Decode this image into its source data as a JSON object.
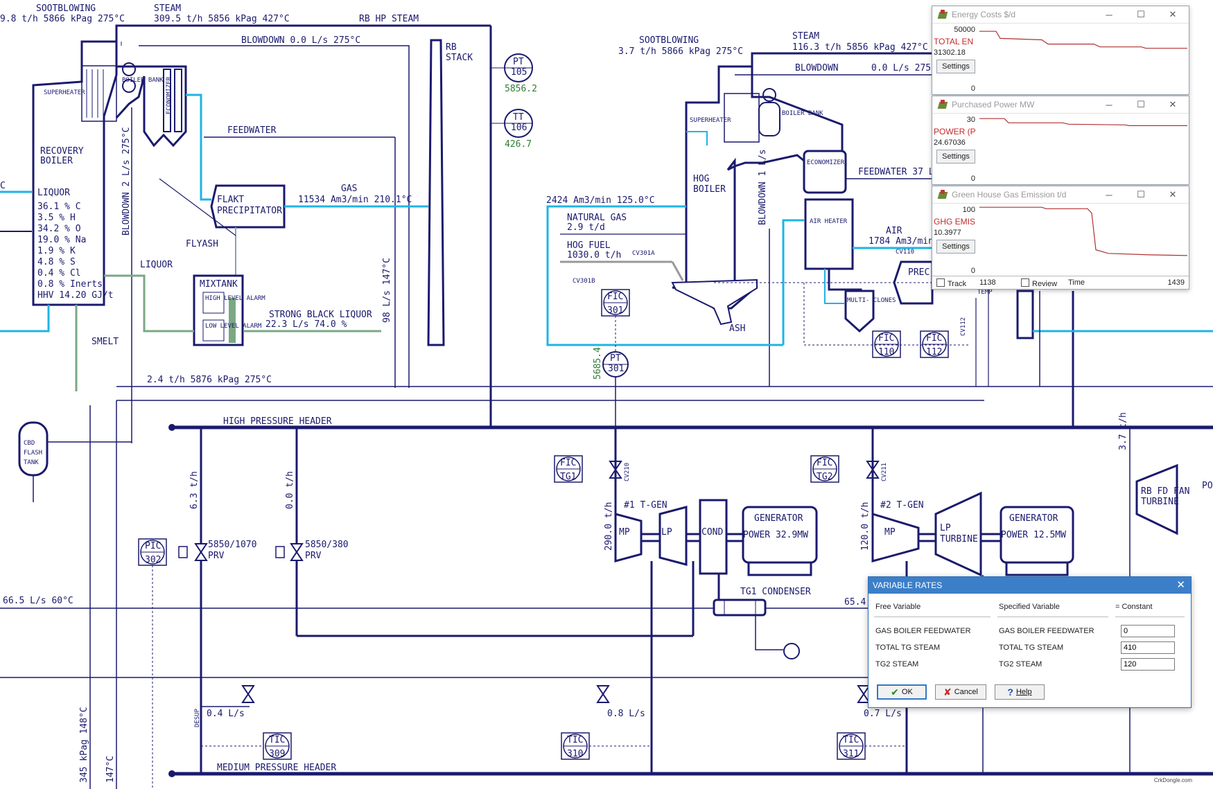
{
  "diagram": {
    "rb_sootblowing_label": "SOOTBLOWING",
    "rb_sootblowing_val": "9.8 t/h 5866 kPag 275°C",
    "rb_steam_label": "STEAM",
    "rb_steam_val": "309.5 t/h 5856 kPag 427°C",
    "rb_hp_steam": "RB HP STEAM",
    "rb_blowdown": "BLOWDOWN   0.0 L/s 275°C",
    "rb_stack": "RB",
    "rb_stack2": "STACK",
    "pt105": "PT",
    "pt105n": "105",
    "pt105_val": "5856.2",
    "tt106": "TT",
    "tt106n": "106",
    "tt106_val": "426.7",
    "superheater": "SUPERHEATER",
    "boiler_bank": "BOILER BANK",
    "economizer": "ECONOMIZER",
    "feedwater": "FEEDWATER",
    "recovery_boiler": "RECOVERY",
    "recovery_boiler2": "BOILER",
    "blowdown_v": "BLOWDOWN 2 L/s 275°C",
    "liquor_head": "LIQUOR",
    "liquor_lines": [
      "36.1 % C",
      "3.5 % H",
      "34.2 % O",
      "19.0 % Na",
      "1.9 % K",
      "4.8 % S",
      "0.4 % Cl",
      "0.8 % Inerts",
      "HHV 14.20 GJ/t"
    ],
    "flakt": "FLAKT",
    "precipitator": "PRECIPITATOR",
    "gas": "GAS",
    "gas_val": "11534 Am3/min 210.1°C",
    "flyash": "FLYASH",
    "liquor2": "LIQUOR",
    "mixtank": "MIXTANK",
    "high_level": "HIGH LEVEL ALARM",
    "low_level": "LOW LEVEL ALARM",
    "strong_black": "STRONG BLACK LIQUOR",
    "strong_black_val": "22.3 L/s 74.0 %",
    "smelt": "SMELT",
    "v98": "98 L/s 147°C",
    "c_frag": "C",
    "line_2_4": "2.4 t/h 5876 kPag 275°C",
    "cbd1": "CBD",
    "cbd2": "FLASH",
    "cbd3": "TANK",
    "hp_header": "HIGH PRESSURE HEADER",
    "mp_header": "MEDIUM PRESSURE HEADER",
    "v63": "6.3 t/h",
    "v00": "0.0 t/h",
    "prv1": "5850/1070",
    "prv1b": "PRV",
    "prv2": "5850/380",
    "prv2b": "PRV",
    "pic": "PIC",
    "pic302": "302",
    "left_665": "66.5 L/s 60°C",
    "v345": "345 kPag 148°C",
    "v147": "147°C",
    "hog_sootblowing": "SOOTBLOWING",
    "hog_sootblowing_val": "3.7 t/h 5866 kPag 275°C",
    "hog_steam": "STEAM",
    "hog_steam_val": "116.3 t/h 5856 kPag 427°C",
    "hog_blowdown": "BLOWDOWN",
    "hog_blowdown_val": "0.0 L/s 275",
    "hog_boiler": "HOG",
    "hog_boiler2": "BOILER",
    "hog_superheater": "SUPERHEATER",
    "hog_boiler_bank": "BOILER BANK",
    "hog_economizer": "ECONOMIZER",
    "air_heater": "AIR HEATER",
    "hog_feedwater": "FEEDWATER 37 L",
    "hog_blowdown_v": "BLOWDOWN 1 L/s",
    "air_flow": "2424 Am3/min 125.0°C",
    "natural_gas": "NATURAL GAS",
    "natural_gas_val": "2.9 t/d",
    "hog_fuel": "HOG FUEL",
    "hog_fuel_val": "1030.0 t/h",
    "cv301a": "CV301A",
    "cv301b": "CV301B",
    "fic": "FIC",
    "fic301": "301",
    "pt301": "PT",
    "pt301n": "301",
    "pt301_val": "5685.4",
    "ash": "ASH",
    "air": "AIR",
    "air_val": "1784 Am3/min",
    "cv110": "CV110",
    "prec": "PREC",
    "multiclones": "MULTI- CLONES",
    "fic110": "110",
    "fic112": "112",
    "cv112": "CV112",
    "temp": "TEMP",
    "tg1": "TG1",
    "tg2": "TG2",
    "cv210": "CV210",
    "cv211": "CV211",
    "tgen1": "#1 T-GEN",
    "tgen2": "#2 T-GEN",
    "v2900": "290.0 t/h",
    "v1200": "120.0 t/h",
    "mp": "MP",
    "lp": "LP",
    "cond": "COND",
    "lp_turbine": "LP",
    "lp_turbine2": "TURBINE",
    "generator": "GENERATOR",
    "gen1_power": "POWER 32.9MW",
    "gen2_power": "POWER 12.5MW",
    "tg1_condenser": "TG1 CONDENSER",
    "v654": "65.4",
    "v37": "3.7 t/h",
    "rb_fd_fan": "RB FD FAN",
    "rb_fd_fan2": "TURBINE",
    "po": "PO",
    "v04": "0.4 L/s",
    "v08": "0.8 L/s",
    "v07": "0.7 L/s",
    "tic": "TIC",
    "tic309": "309",
    "tic310": "310",
    "tic311": "311",
    "desup": "DESUP"
  },
  "trends": [
    {
      "title": "Energy Costs $/d",
      "ymax": "50000",
      "ymin": "0",
      "name": "TOTAL EN",
      "value": "31302.18",
      "settings": "Settings"
    },
    {
      "title": "Purchased Power MW",
      "ymax": "30",
      "ymin": "0",
      "name": "POWER (P",
      "value": "24.67036",
      "settings": "Settings"
    },
    {
      "title": "Green House Gas Emission t/d",
      "ymax": "100",
      "ymin": "0",
      "name": "GHG EMIS",
      "value": "10.3977",
      "settings": "Settings"
    }
  ],
  "trend_footer": {
    "track": "Track",
    "start": "1138",
    "review": "Review",
    "time": "Time",
    "end": "1439"
  },
  "trend_series": [
    {
      "points": [
        [
          0,
          0.88
        ],
        [
          0.08,
          0.88
        ],
        [
          0.1,
          0.78
        ],
        [
          0.3,
          0.76
        ],
        [
          0.33,
          0.7
        ],
        [
          0.55,
          0.7
        ],
        [
          0.58,
          0.66
        ],
        [
          0.78,
          0.66
        ],
        [
          0.8,
          0.64
        ],
        [
          1,
          0.64
        ]
      ]
    },
    {
      "points": [
        [
          0,
          0.92
        ],
        [
          0.12,
          0.92
        ],
        [
          0.14,
          0.86
        ],
        [
          0.4,
          0.86
        ],
        [
          0.43,
          0.84
        ],
        [
          0.7,
          0.83
        ],
        [
          0.72,
          0.82
        ],
        [
          1,
          0.82
        ]
      ]
    },
    {
      "points": [
        [
          0,
          0.94
        ],
        [
          0.3,
          0.94
        ],
        [
          0.32,
          0.92
        ],
        [
          0.52,
          0.92
        ],
        [
          0.54,
          0.86
        ],
        [
          0.56,
          0.35
        ],
        [
          0.62,
          0.3
        ],
        [
          0.82,
          0.28
        ],
        [
          1,
          0.27
        ]
      ]
    }
  ],
  "dialog": {
    "title": "VARIABLE RATES",
    "col_free": "Free Variable",
    "col_spec": "Specified Variable",
    "col_const": "= Constant",
    "rows": [
      {
        "free": "GAS BOILER FEEDWATER",
        "spec": "GAS BOILER FEEDWATER",
        "value": "0"
      },
      {
        "free": "TOTAL TG STEAM",
        "spec": "TOTAL TG STEAM",
        "value": "410"
      },
      {
        "free": "TG2 STEAM",
        "spec": "TG2 STEAM",
        "value": "120"
      }
    ],
    "ok": "OK",
    "cancel": "Cancel",
    "help": "Help"
  },
  "watermark": "CrkDongle.com",
  "colors": {
    "line": "#1a1a6e",
    "cyan": "#1eb4e6",
    "green": "#7aa884",
    "value": "#2e7d32",
    "trend": "#b03030"
  }
}
